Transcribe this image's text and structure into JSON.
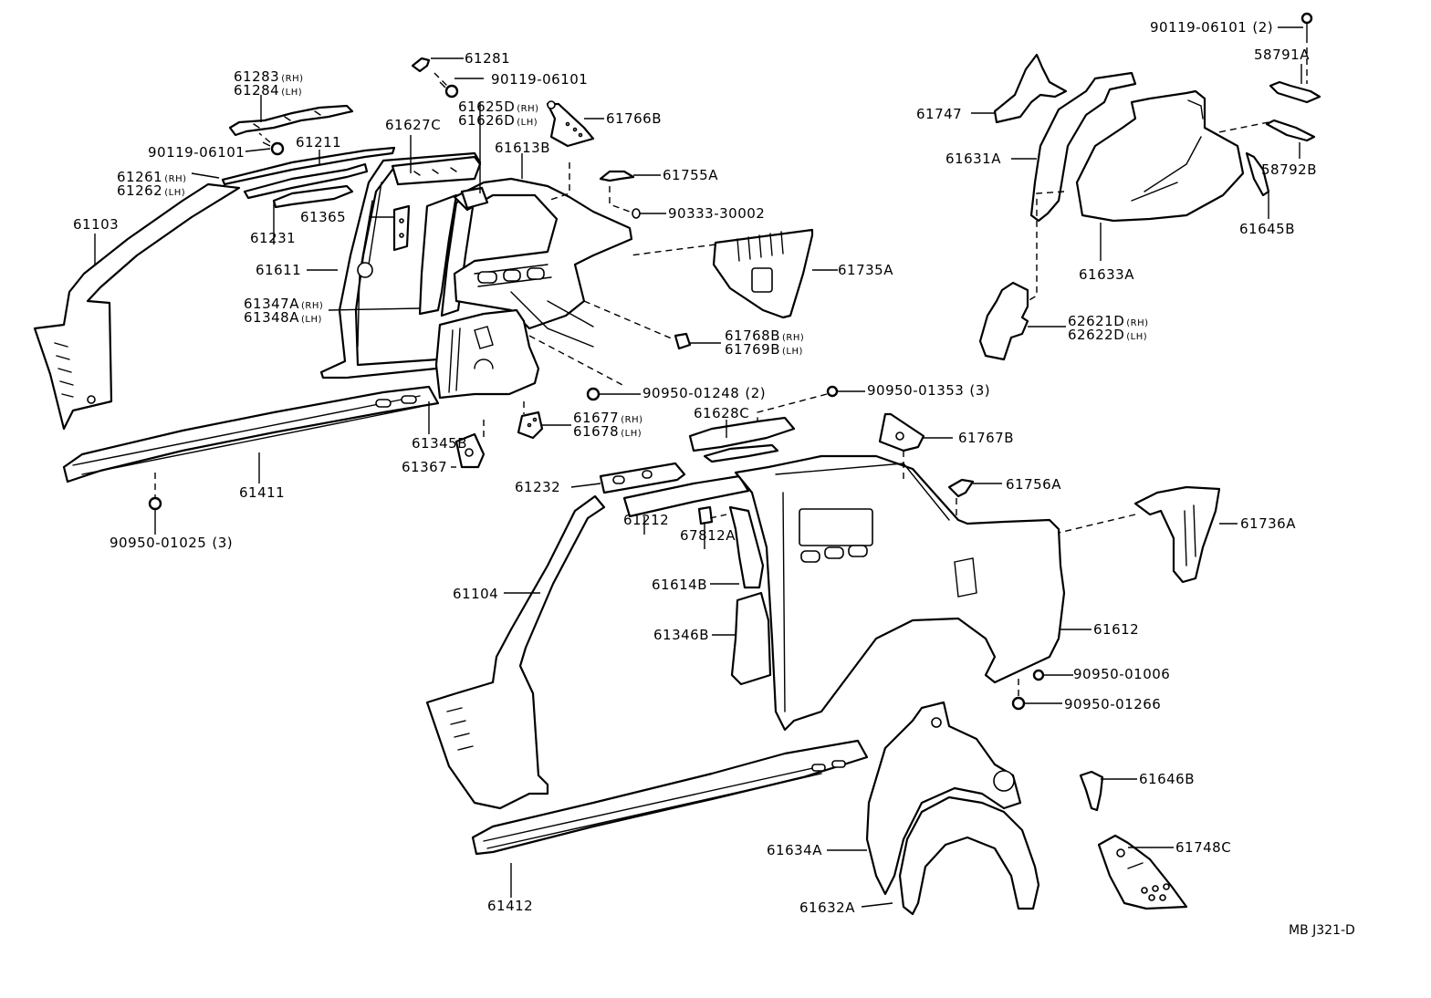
{
  "diagram": {
    "drawing_code": "MB J321-D",
    "parts": {
      "p61283": {
        "number": "61283",
        "side": "(RH)"
      },
      "p61284": {
        "number": "61284",
        "side": "(LH)"
      },
      "p61281": {
        "number": "61281"
      },
      "p90119a": {
        "number": "90119-06101"
      },
      "p90119b": {
        "number": "90119-06101"
      },
      "p90119c": {
        "number": "90119-06101",
        "qty": "(2)"
      },
      "p61625D": {
        "number": "61625D",
        "side": "(RH)"
      },
      "p61626D": {
        "number": "61626D",
        "side": "(LH)"
      },
      "p61766B": {
        "number": "61766B"
      },
      "p61627C": {
        "number": "61627C"
      },
      "p61211": {
        "number": "61211"
      },
      "p61613B": {
        "number": "61613B"
      },
      "p61755A": {
        "number": "61755A"
      },
      "p90333": {
        "number": "90333-30002"
      },
      "p61261": {
        "number": "61261",
        "side": "(RH)"
      },
      "p61262": {
        "number": "61262",
        "side": "(LH)"
      },
      "p61103": {
        "number": "61103"
      },
      "p61231": {
        "number": "61231"
      },
      "p61365": {
        "number": "61365"
      },
      "p61611": {
        "number": "61611"
      },
      "p61347A": {
        "number": "61347A",
        "side": "(RH)"
      },
      "p61348A": {
        "number": "61348A",
        "side": "(LH)"
      },
      "p61735A": {
        "number": "61735A"
      },
      "p61768B": {
        "number": "61768B",
        "side": "(RH)"
      },
      "p61769B": {
        "number": "61769B",
        "side": "(LH)"
      },
      "p90950_01248": {
        "number": "90950-01248",
        "qty": "(2)"
      },
      "p90950_01353": {
        "number": "90950-01353",
        "qty": "(3)"
      },
      "p61677": {
        "number": "61677",
        "side": "(RH)"
      },
      "p61678": {
        "number": "61678",
        "side": "(LH)"
      },
      "p61345B": {
        "number": "61345B"
      },
      "p61367": {
        "number": "61367"
      },
      "p61411": {
        "number": "61411"
      },
      "p90950_01025": {
        "number": "90950-01025",
        "qty": "(3)"
      },
      "p61747": {
        "number": "61747"
      },
      "p58791A": {
        "number": "58791A"
      },
      "p58792B": {
        "number": "58792B"
      },
      "p61631A": {
        "number": "61631A"
      },
      "p61645B": {
        "number": "61645B"
      },
      "p61633A": {
        "number": "61633A"
      },
      "p62621D": {
        "number": "62621D",
        "side": "(RH)"
      },
      "p62622D": {
        "number": "62622D",
        "side": "(LH)"
      },
      "p61628C": {
        "number": "61628C"
      },
      "p61767B": {
        "number": "61767B"
      },
      "p61232": {
        "number": "61232"
      },
      "p61756A": {
        "number": "61756A"
      },
      "p61736A": {
        "number": "61736A"
      },
      "p61212": {
        "number": "61212"
      },
      "p67812A": {
        "number": "67812A"
      },
      "p61614B": {
        "number": "61614B"
      },
      "p61104": {
        "number": "61104"
      },
      "p61346B": {
        "number": "61346B"
      },
      "p61612": {
        "number": "61612"
      },
      "p90950_01006": {
        "number": "90950-01006"
      },
      "p90950_01266": {
        "number": "90950-01266"
      },
      "p61646B": {
        "number": "61646B"
      },
      "p61634A": {
        "number": "61634A"
      },
      "p61748C": {
        "number": "61748C"
      },
      "p61632A": {
        "number": "61632A"
      },
      "p61412": {
        "number": "61412"
      }
    }
  }
}
